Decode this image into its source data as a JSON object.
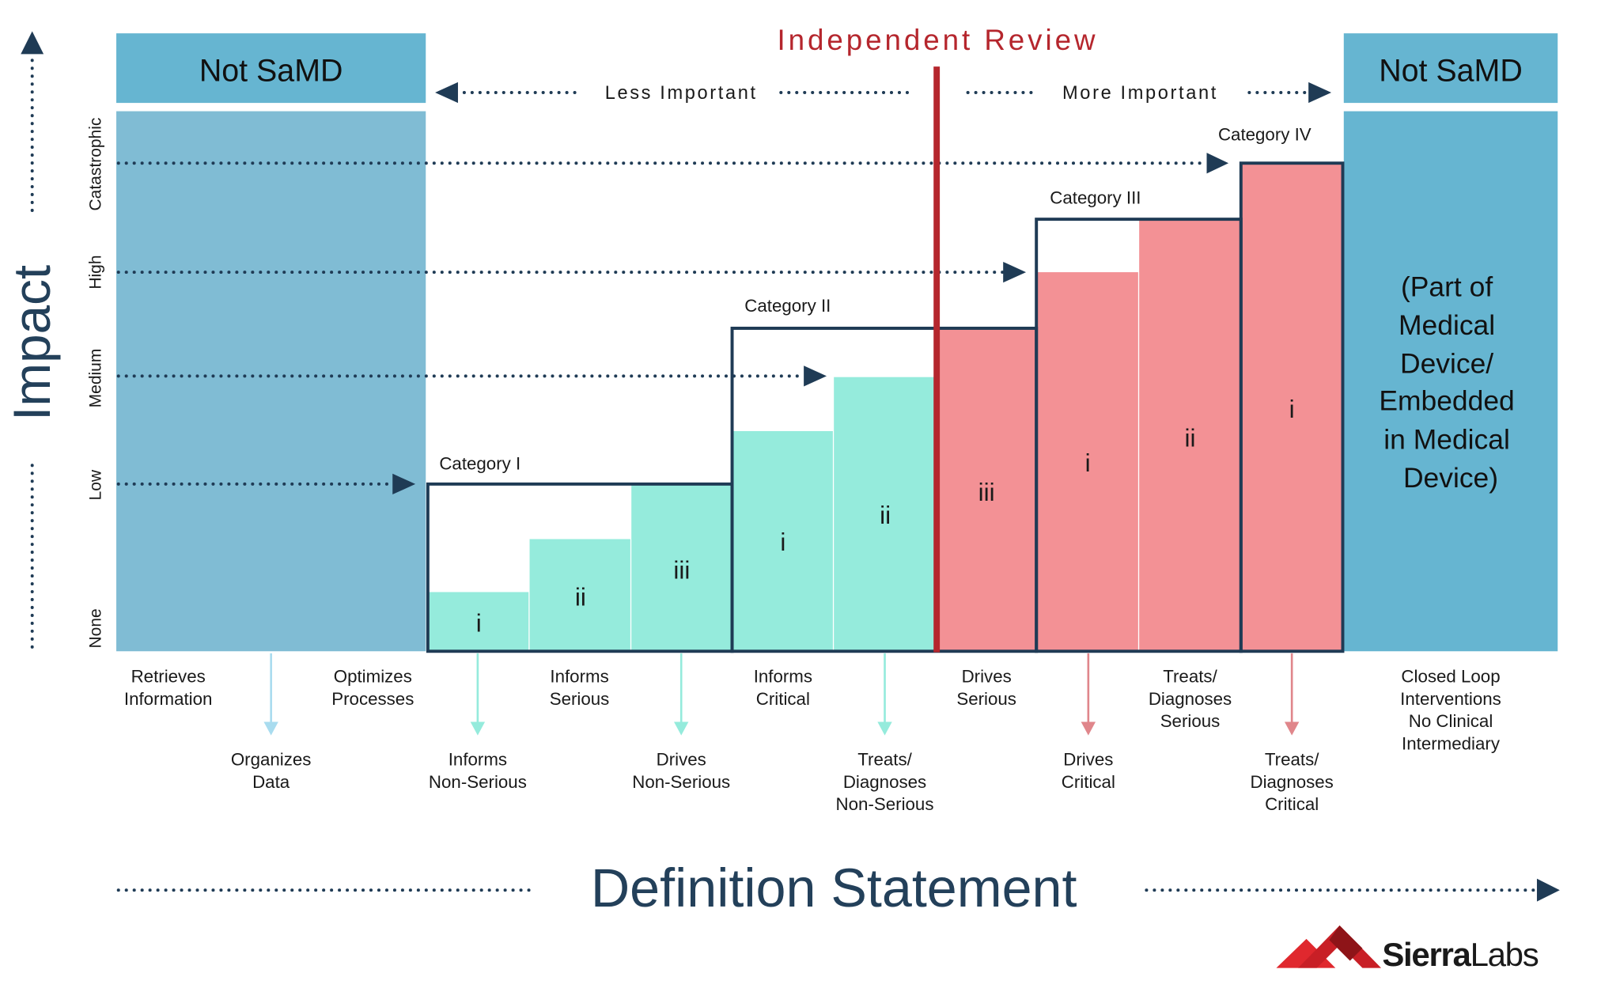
{
  "title": "Independent Review",
  "less_important": "Less Important",
  "more_important": "More Important",
  "not_samd_left": "Not SaMD",
  "not_samd_right": "Not SaMD",
  "right_panel_lines": [
    "(Part of",
    "Medical",
    "Device/",
    "Embedded",
    "in Medical",
    "Device)"
  ],
  "y_axis_title": "Impact",
  "impact_levels": [
    "Catastrophic",
    "High",
    "Medium",
    "Low",
    "None"
  ],
  "x_axis_title": "Definition Statement",
  "categories": [
    "Category I",
    "Category II",
    "Category III",
    "Category IV"
  ],
  "bars": [
    {
      "numeral": "i",
      "category": "Category I",
      "risk": "low"
    },
    {
      "numeral": "ii",
      "category": "Category I",
      "risk": "low"
    },
    {
      "numeral": "iii",
      "category": "Category I",
      "risk": "low"
    },
    {
      "numeral": "i",
      "category": "Category II",
      "risk": "low"
    },
    {
      "numeral": "ii",
      "category": "Category II",
      "risk": "low"
    },
    {
      "numeral": "iii",
      "category": "Category II",
      "risk": "high"
    },
    {
      "numeral": "i",
      "category": "Category III",
      "risk": "high"
    },
    {
      "numeral": "ii",
      "category": "Category III",
      "risk": "high"
    },
    {
      "numeral": "i",
      "category": "Category IV",
      "risk": "high"
    }
  ],
  "top_labels": [
    [
      "Retrieves",
      "Information"
    ],
    [
      "Optimizes",
      "Processes"
    ],
    [
      "Informs",
      "Serious"
    ],
    [
      "Informs",
      "Critical"
    ],
    [
      "Drives",
      "Serious"
    ],
    [
      "Treats/",
      "Diagnoses",
      "Serious"
    ],
    [
      "Closed Loop",
      "Interventions",
      "No Clinical",
      "Intermediary"
    ]
  ],
  "bottom_labels": [
    [
      "Organizes",
      "Data"
    ],
    [
      "Informs",
      "Non-Serious"
    ],
    [
      "Drives",
      "Non-Serious"
    ],
    [
      "Treats/",
      "Diagnoses",
      "Non-Serious"
    ],
    [
      "Drives",
      "Critical"
    ],
    [
      "Treats/",
      "Diagnoses",
      "Critical"
    ]
  ],
  "logo": {
    "bold": "Sierra",
    "light": "Labs"
  },
  "colors": {
    "navy": "#1f3b55",
    "red_line": "#b5262d",
    "teal": "#95ebdc",
    "pink": "#f39195",
    "blue_header": "#66b5d1",
    "blue_body": "#80bcd4"
  }
}
